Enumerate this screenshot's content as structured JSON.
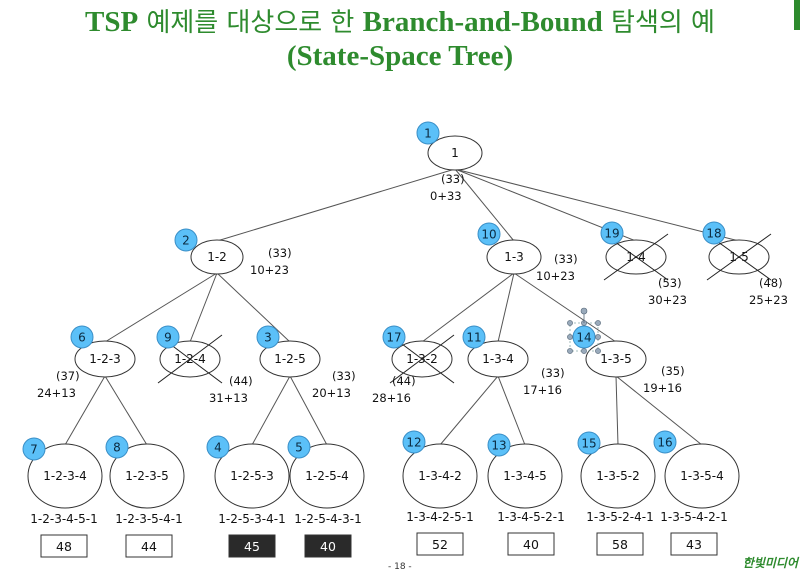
{
  "title": {
    "line1_latin_a": "TSP",
    "line1_korean_a": " 예제를 대상으로 한 ",
    "line1_latin_b": "Branch-and-Bound",
    "line1_korean_b": " 탐색의 예",
    "line2": "(State-Space Tree)"
  },
  "nodes": [
    {
      "id": "n1",
      "order": "1",
      "label": "1"
    },
    {
      "id": "n2",
      "order": "2",
      "label": "1-2"
    },
    {
      "id": "n10",
      "order": "10",
      "label": "1-3"
    },
    {
      "id": "n19",
      "order": "19",
      "label": "1-4"
    },
    {
      "id": "n18",
      "order": "18",
      "label": "1-5"
    },
    {
      "id": "n6",
      "order": "6",
      "label": "1-2-3"
    },
    {
      "id": "n9",
      "order": "9",
      "label": "1-2-4"
    },
    {
      "id": "n3",
      "order": "3",
      "label": "1-2-5"
    },
    {
      "id": "n17",
      "order": "17",
      "label": "1-3-2"
    },
    {
      "id": "n11",
      "order": "11",
      "label": "1-3-4"
    },
    {
      "id": "n14",
      "order": "14",
      "label": "1-3-5"
    },
    {
      "id": "n7",
      "order": "7",
      "label": "1-2-3-4"
    },
    {
      "id": "n8",
      "order": "8",
      "label": "1-2-3-5"
    },
    {
      "id": "n4",
      "order": "4",
      "label": "1-2-5-3"
    },
    {
      "id": "n5",
      "order": "5",
      "label": "1-2-5-4"
    },
    {
      "id": "n12",
      "order": "12",
      "label": "1-3-4-2"
    },
    {
      "id": "n13",
      "order": "13",
      "label": "1-3-4-5"
    },
    {
      "id": "n15",
      "order": "15",
      "label": "1-3-5-2"
    },
    {
      "id": "n16",
      "order": "16",
      "label": "1-3-5-4"
    }
  ],
  "bounds": [
    {
      "node": "n1",
      "value": "(33)",
      "expr": "0+33"
    },
    {
      "node": "n2",
      "value": "(33)",
      "expr": "10+23"
    },
    {
      "node": "n10",
      "value": "(33)",
      "expr": "10+23"
    },
    {
      "node": "n19",
      "value": "(53)",
      "expr": "30+23"
    },
    {
      "node": "n18",
      "value": "(48)",
      "expr": "25+23"
    },
    {
      "node": "n6",
      "value": "(37)",
      "expr": "24+13"
    },
    {
      "node": "n9",
      "value": "(44)",
      "expr": "31+13"
    },
    {
      "node": "n3",
      "value": "(33)",
      "expr": "20+13"
    },
    {
      "node": "n17",
      "value": "(44)",
      "expr": "28+16"
    },
    {
      "node": "n11",
      "value": "(33)",
      "expr": "17+16"
    },
    {
      "node": "n14",
      "value": "(35)",
      "expr": "19+16"
    }
  ],
  "tours": [
    {
      "node": "n7",
      "path": "1-2-3-4-5-1",
      "cost": "48",
      "highlight": false
    },
    {
      "node": "n8",
      "path": "1-2-3-5-4-1",
      "cost": "44",
      "highlight": false
    },
    {
      "node": "n4",
      "path": "1-2-5-3-4-1",
      "cost": "45",
      "highlight": true
    },
    {
      "node": "n5",
      "path": "1-2-5-4-3-1",
      "cost": "40",
      "highlight": true
    },
    {
      "node": "n12",
      "path": "1-3-4-2-5-1",
      "cost": "52",
      "highlight": false
    },
    {
      "node": "n13",
      "path": "1-3-4-5-2-1",
      "cost": "40",
      "highlight": false
    },
    {
      "node": "n15",
      "path": "1-3-5-2-4-1",
      "cost": "58",
      "highlight": false
    },
    {
      "node": "n16",
      "path": "1-3-5-4-2-1",
      "cost": "43",
      "highlight": false
    }
  ],
  "pruned": [
    "n19",
    "n18",
    "n9",
    "n17"
  ],
  "edges": [
    [
      "n1",
      "n2"
    ],
    [
      "n1",
      "n10"
    ],
    [
      "n1",
      "n19"
    ],
    [
      "n1",
      "n18"
    ],
    [
      "n2",
      "n6"
    ],
    [
      "n2",
      "n9"
    ],
    [
      "n2",
      "n3"
    ],
    [
      "n10",
      "n17"
    ],
    [
      "n10",
      "n11"
    ],
    [
      "n10",
      "n14"
    ],
    [
      "n6",
      "n7"
    ],
    [
      "n6",
      "n8"
    ],
    [
      "n3",
      "n4"
    ],
    [
      "n3",
      "n5"
    ],
    [
      "n11",
      "n12"
    ],
    [
      "n11",
      "n13"
    ],
    [
      "n14",
      "n15"
    ],
    [
      "n14",
      "n16"
    ]
  ],
  "footer": {
    "page": "- 18 -",
    "brand": "한빛미디어"
  },
  "colors": {
    "title": "#2e8b2e",
    "badge": "#5bc0f8",
    "node_stroke": "#333333",
    "highlight_box": "#2a2a2a"
  }
}
